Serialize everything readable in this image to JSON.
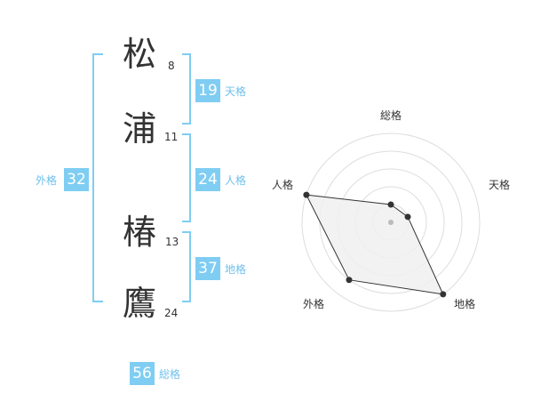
{
  "name_chars": [
    {
      "char": "松",
      "strokes": "8"
    },
    {
      "char": "浦",
      "strokes": "11"
    },
    {
      "char": "椿",
      "strokes": "13"
    },
    {
      "char": "鷹",
      "strokes": "24"
    }
  ],
  "scores": {
    "tenkaku": {
      "value": "19",
      "label": "天格"
    },
    "jinkaku": {
      "value": "24",
      "label": "人格"
    },
    "chikaku": {
      "value": "37",
      "label": "地格"
    },
    "gaikaku": {
      "value": "32",
      "label": "外格"
    },
    "soukaku": {
      "value": "56",
      "label": "総格"
    }
  },
  "radar": {
    "labels": {
      "top": "総格",
      "right": "天格",
      "bottom_right": "地格",
      "bottom_left": "外格",
      "left": "人格"
    },
    "levels": 5,
    "values": {
      "総格": 1,
      "天格": 1,
      "地格": 5,
      "外格": 4,
      "人格": 5
    },
    "colors": {
      "grid": "#dddddd",
      "fill": "#f0f0f0",
      "line": "#333333",
      "point": "#333333",
      "center": "#bbbbbb"
    }
  },
  "accent": "#7fcdf3"
}
